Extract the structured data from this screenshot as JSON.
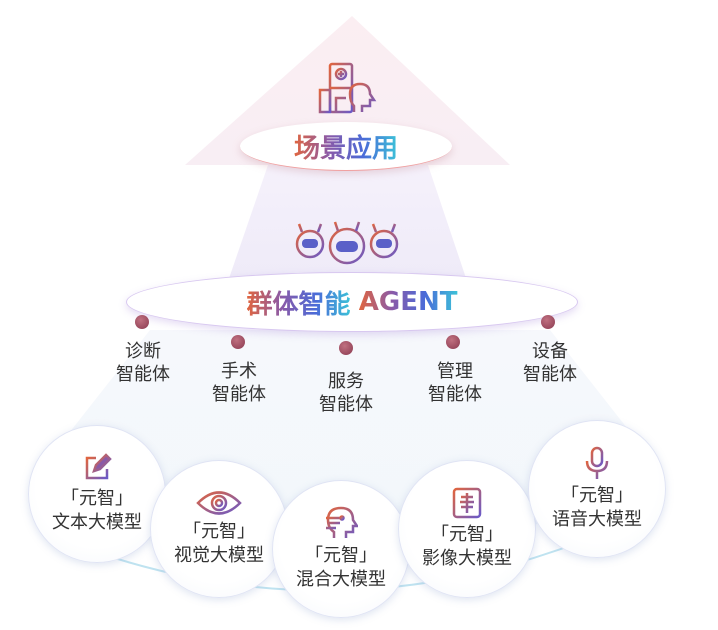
{
  "scene": {
    "label": "场景应用",
    "icon": "hospital-person-icon"
  },
  "agent": {
    "label_cn": "群体智能",
    "label_en": "AGENT",
    "icon": "robots-icon",
    "items": [
      {
        "l1": "诊断",
        "l2": "智能体"
      },
      {
        "l1": "手术",
        "l2": "智能体"
      },
      {
        "l1": "服务",
        "l2": "智能体"
      },
      {
        "l1": "管理",
        "l2": "智能体"
      },
      {
        "l1": "设备",
        "l2": "智能体"
      }
    ]
  },
  "models": [
    {
      "brand": "「元智」",
      "name": "文本大模型",
      "icon": "edit-icon"
    },
    {
      "brand": "「元智」",
      "name": "视觉大模型",
      "icon": "eye-icon"
    },
    {
      "brand": "「元智」",
      "name": "混合大模型",
      "icon": "brain-head-icon"
    },
    {
      "brand": "「元智」",
      "name": "影像大模型",
      "icon": "xray-icon"
    },
    {
      "brand": "「元智」",
      "name": "语音大模型",
      "icon": "microphone-icon"
    }
  ]
}
